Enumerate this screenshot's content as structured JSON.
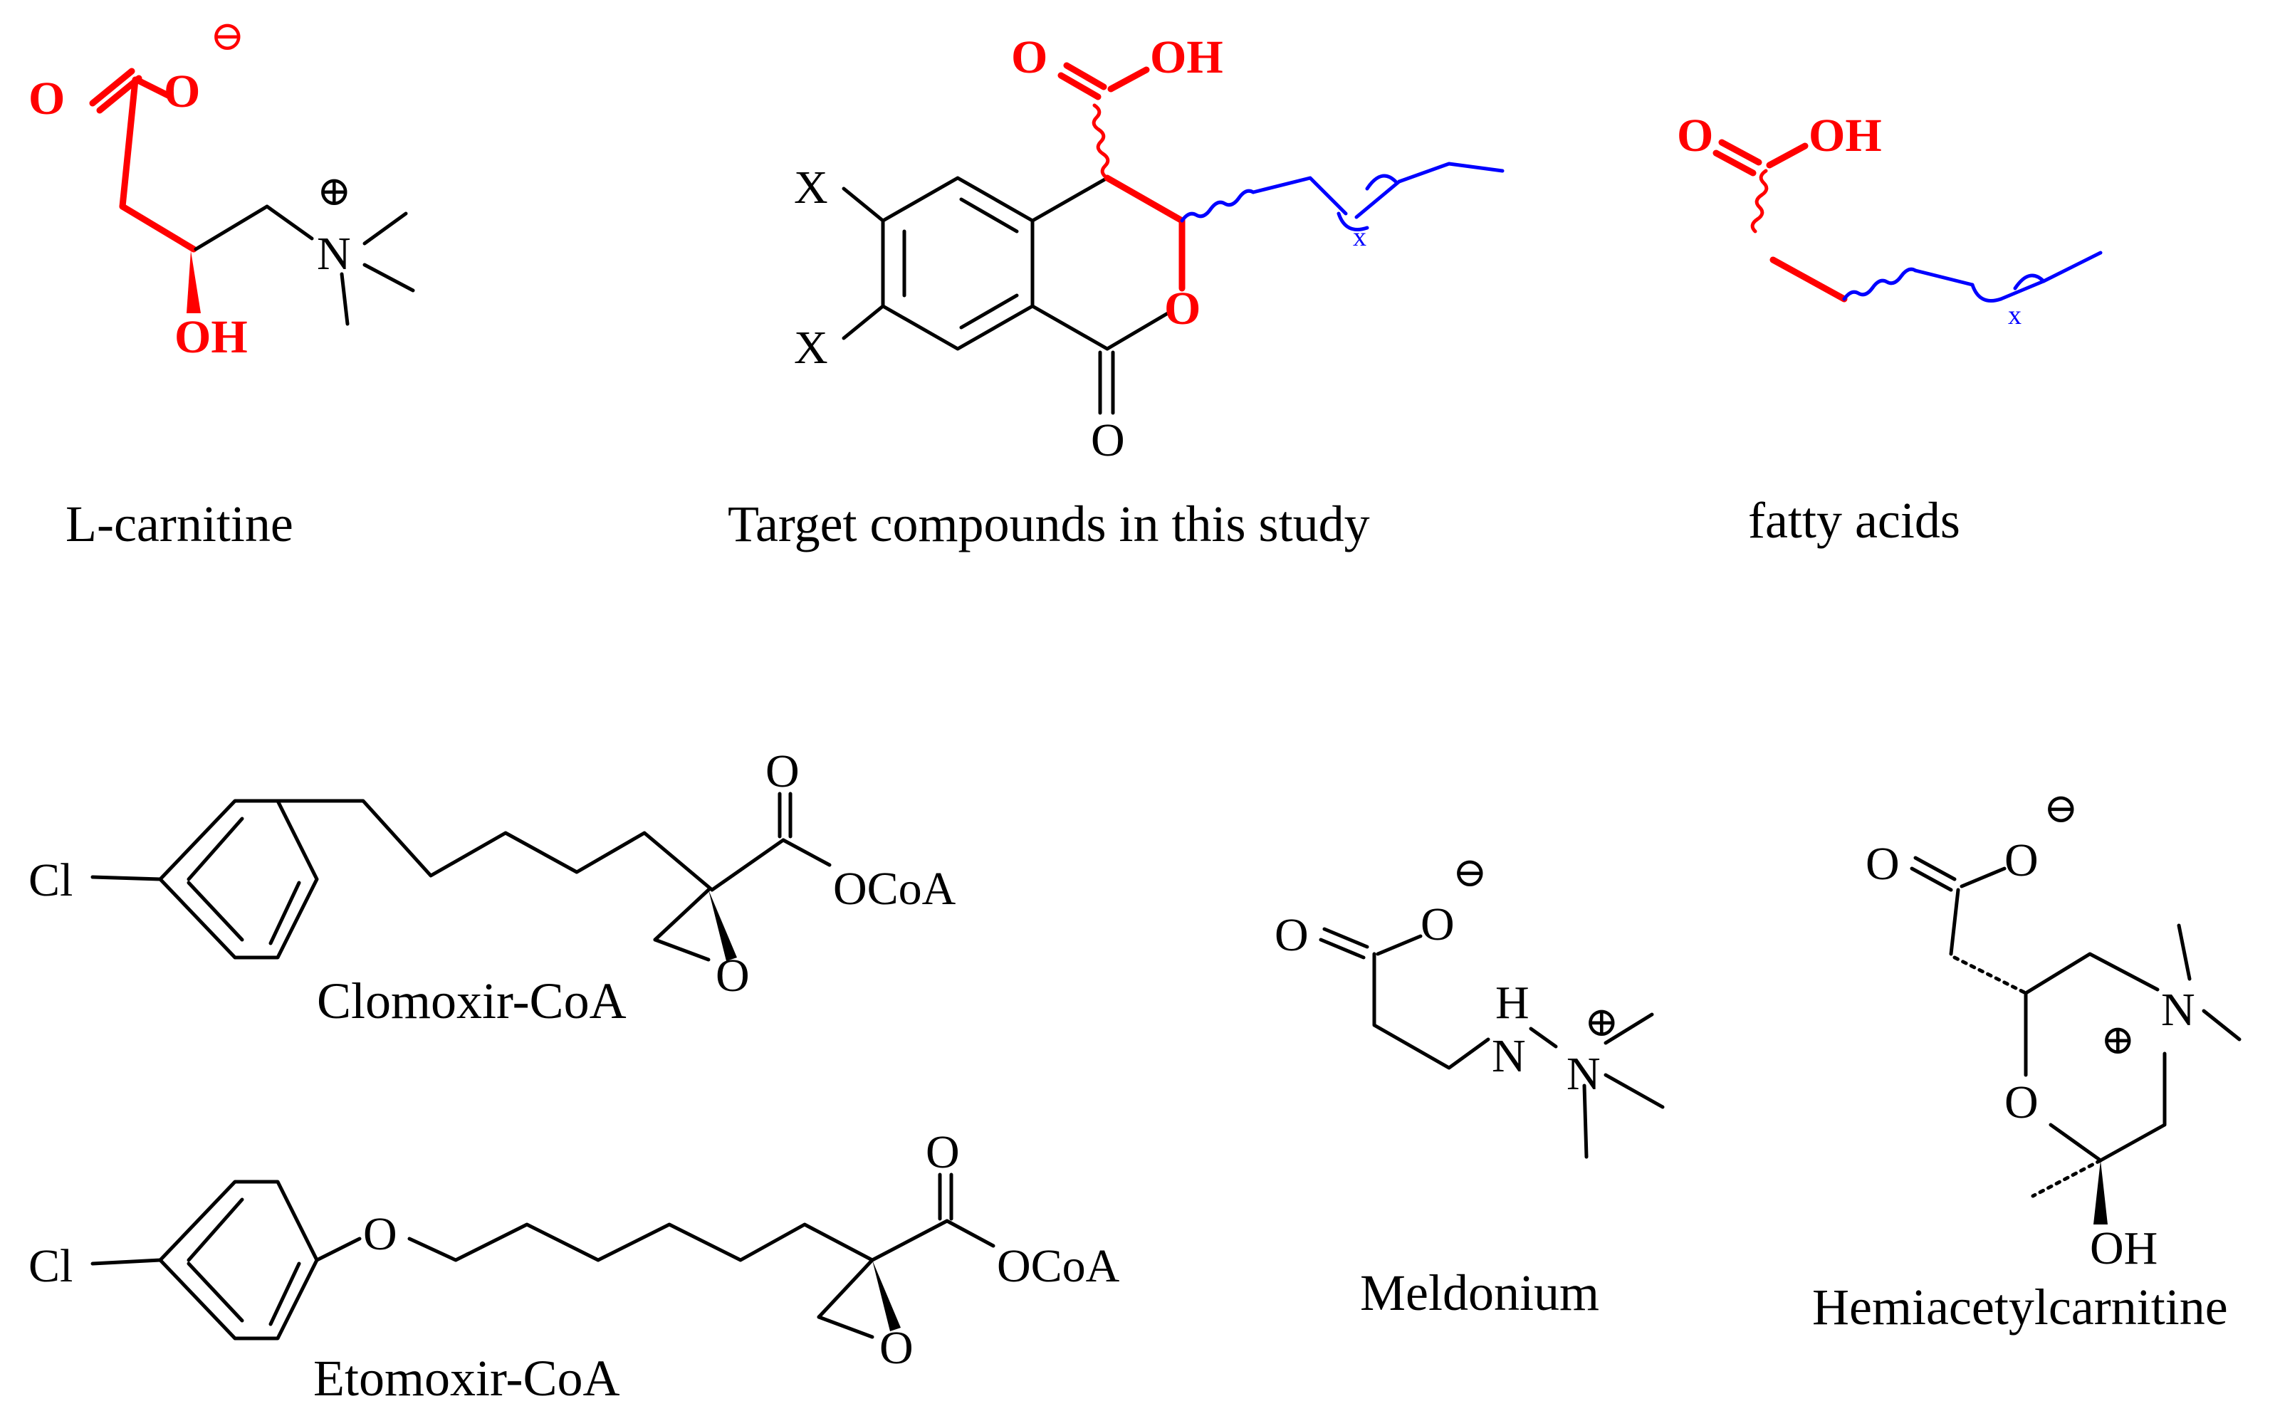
{
  "structures": [
    {
      "id": "l-carnitine",
      "caption": "L-carnitine",
      "atoms": {
        "o1": "O",
        "o2": "O",
        "oh": "OH",
        "n": "N"
      },
      "charges": {
        "anion": "⊖",
        "cation": "⊕"
      },
      "colors": {
        "highlight": "#ff0000",
        "bonds": "#000000"
      }
    },
    {
      "id": "target-compounds",
      "caption": "Target compounds in this study",
      "atoms": {
        "x1": "X",
        "x2": "X",
        "o_acid": "O",
        "oh_acid": "OH",
        "o_ring": "O",
        "o_carbonyl": "O",
        "subscript": "x"
      },
      "colors": {
        "highlight": "#ff0000",
        "chain": "#0000ff"
      }
    },
    {
      "id": "fatty-acids",
      "caption": "fatty acids",
      "atoms": {
        "o": "O",
        "oh": "OH",
        "subscript": "x"
      },
      "colors": {
        "highlight": "#ff0000",
        "chain": "#0000ff"
      }
    },
    {
      "id": "clomoxir-coa",
      "caption": "Clomoxir-CoA",
      "atoms": {
        "cl": "Cl",
        "o_carbonyl": "O",
        "ocoa": "OCoA",
        "o_epoxide": "O"
      }
    },
    {
      "id": "etomoxir-coa",
      "caption": "Etomoxir-CoA",
      "atoms": {
        "cl": "Cl",
        "o_ether": "O",
        "o_carbonyl": "O",
        "ocoa": "OCoA",
        "o_epoxide": "O"
      }
    },
    {
      "id": "meldonium",
      "caption": "Meldonium",
      "atoms": {
        "o1": "O",
        "o2": "O",
        "h": "H",
        "n1": "N",
        "n2": "N"
      },
      "charges": {
        "anion": "⊖",
        "cation": "⊕"
      }
    },
    {
      "id": "hemiacetylcarnitine",
      "caption": "Hemiacetylcarnitine",
      "atoms": {
        "o1": "O",
        "o2": "O",
        "n": "N",
        "o_ring": "O",
        "oh": "OH"
      },
      "charges": {
        "anion": "⊖",
        "cation": "⊕"
      }
    }
  ]
}
